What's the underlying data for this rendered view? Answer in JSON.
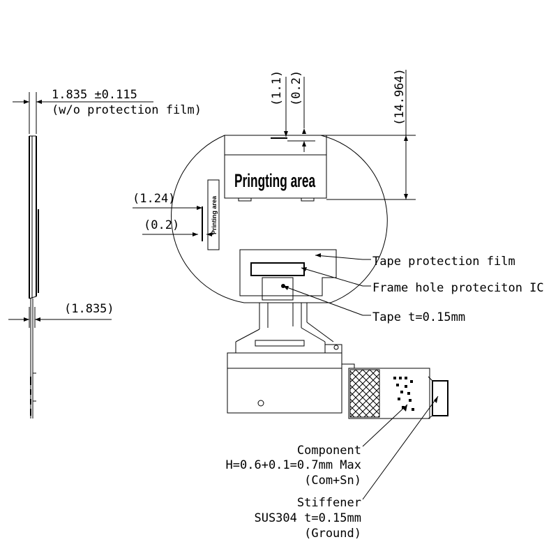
{
  "side_view": {
    "thickness_dim": "1.835 ±0.115",
    "thickness_note": "(w/o protection film)",
    "lower_dim": "(1.835)"
  },
  "top_view": {
    "print_area_label": "Pringting area",
    "print_area_label_vertical": "Printing area",
    "dim_1_1": "(1.1)",
    "dim_0_2_top": "(0.2)",
    "dim_14_964": "(14.964)",
    "dim_1_24": "(1.24)",
    "dim_0_2_left": "(0.2)"
  },
  "callouts": {
    "tape_protection_film": "Tape protection film",
    "frame_hole": "Frame hole proteciton IC",
    "tape_thickness": "Tape t=0.15mm",
    "component_title": "Component",
    "component_height": "H=0.6+0.1=0.7mm Max",
    "component_material": "(Com+Sn)",
    "stiffener_title": "Stiffener",
    "stiffener_material": "SUS304 t=0.15mm",
    "stiffener_ground": "(Ground)"
  }
}
